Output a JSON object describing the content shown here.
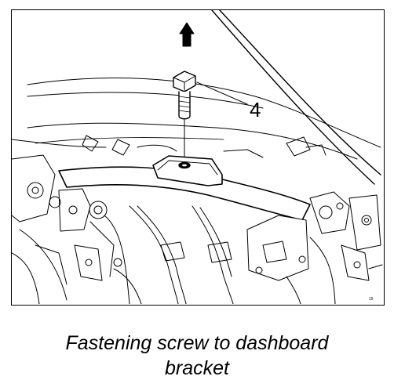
{
  "diagram": {
    "callout_label": "4",
    "corner_number": "15",
    "caption_line_1": "Fastening screw to dashboard",
    "caption_line_2": "bracket",
    "line_color": "#000000",
    "background": "#ffffff"
  }
}
